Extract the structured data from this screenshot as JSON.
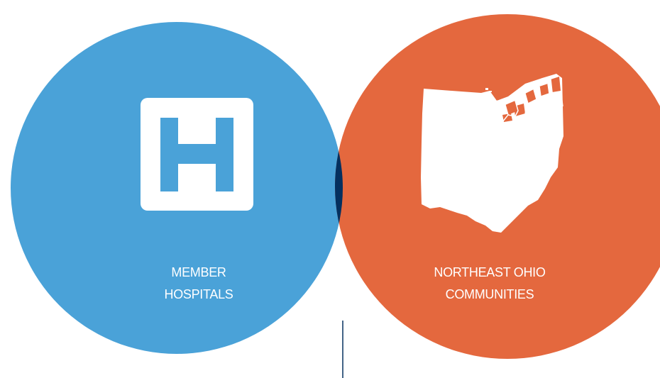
{
  "colors": {
    "background": "#ffffff",
    "left_circle": "#4aa2d8",
    "right_circle": "#e4683e",
    "overlap": "#04305f",
    "icon_fill": "#ffffff",
    "pointer_line": "#04305f"
  },
  "left_set": {
    "icon": "hospital-h-icon",
    "label_line1": "MEMBER",
    "label_line2": "HOSPITALS"
  },
  "right_set": {
    "icon": "ohio-map-icon",
    "label_line1": "NORTHEAST OHIO",
    "label_line2": "COMMUNITIES"
  }
}
